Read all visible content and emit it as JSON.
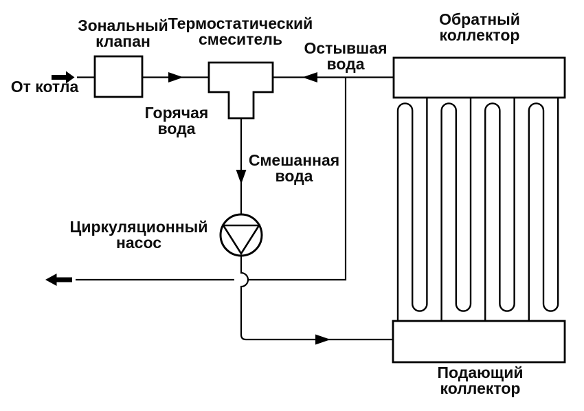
{
  "diagram": {
    "type": "underfloor-heating-schematic",
    "loop_count": 4,
    "labels": {
      "from_boiler": "От котла",
      "zonal_valve": {
        "line1": "Зональный",
        "line2": "клапан"
      },
      "thermostatic_mixer": {
        "line1": "Термостатический",
        "line2": "смеситель"
      },
      "hot_water": {
        "line1": "Горячая",
        "line2": "вода"
      },
      "mixed_water": {
        "line1": "Смешанная",
        "line2": "вода"
      },
      "cooled_water": {
        "line1": "Остывшая",
        "line2": "вода"
      },
      "return_collector": {
        "line1": "Обратный",
        "line2": "коллектор"
      },
      "circulation_pump": {
        "line1": "Циркуляционный",
        "line2": "насос"
      },
      "supply_collector": {
        "line1": "Подающий",
        "line2": "коллектор"
      }
    },
    "colors": {
      "line": "#000000",
      "background": "#ffffff",
      "text": "#0d0d0d"
    }
  }
}
